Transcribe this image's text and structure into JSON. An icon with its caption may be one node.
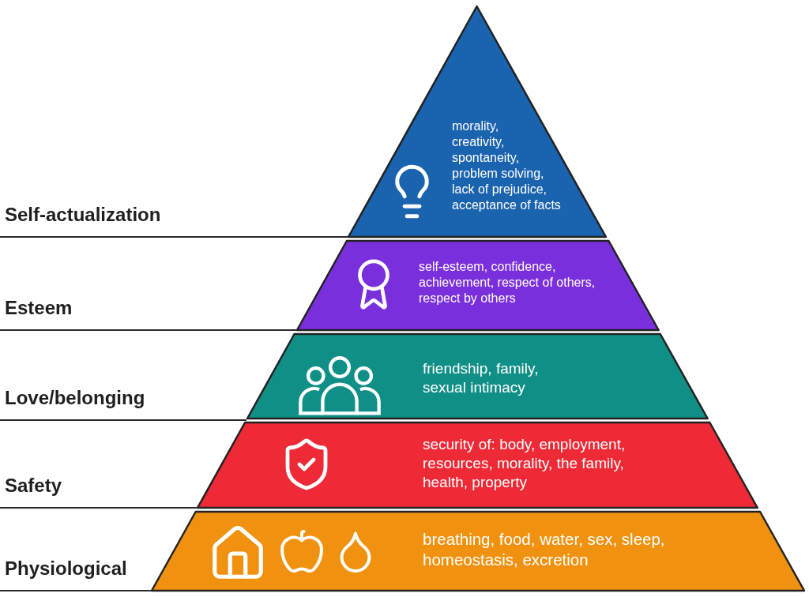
{
  "diagram": {
    "nodes": [
      {
        "text": [
          "morality, creativity, spontaneity, problem solving, lack of prejudice, acceptance of facts"
        ]
      },
      {
        "text": [
          "self-esteem, confidence, achievement, respect of others, respect by others"
        ]
      },
      {
        "text": [
          "friendship, family, sexual intimacy"
        ]
      },
      {
        "text": [
          "security of: body, employment, resources, morality, the family, health, property"
        ]
      },
      {
        "text": [
          "breathing, food, water, sex, sleep, homeostasis, excretion"
        ]
      }
    ],
    "labels": [
      "Self-actualization",
      "Esteem",
      "Love/belonging",
      "Safety",
      "Physiological"
    ]
  }
}
